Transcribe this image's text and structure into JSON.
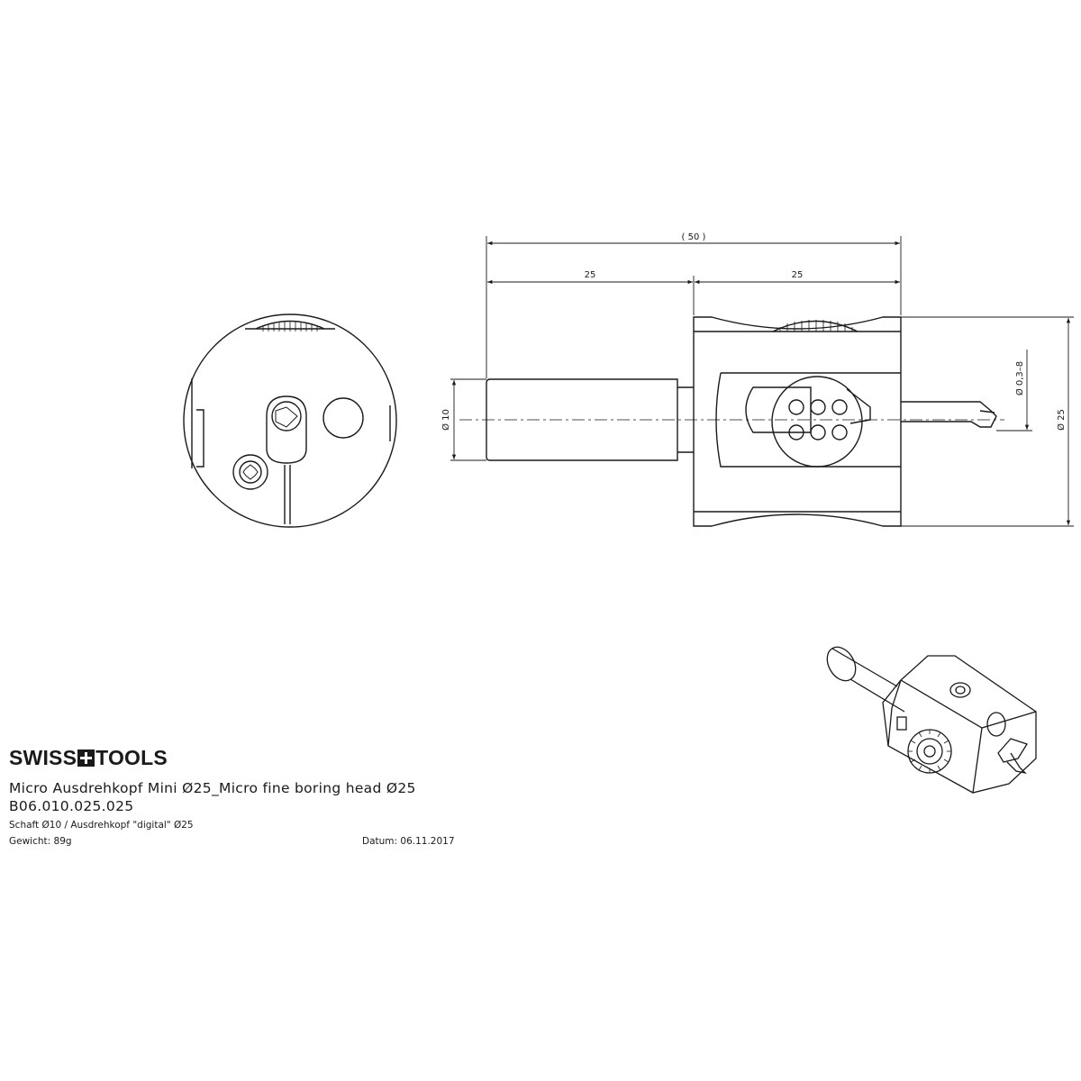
{
  "brand": {
    "left": "SWISS",
    "right": "TOOLS"
  },
  "product": {
    "title": "Micro Ausdrehkopf Mini Ø25_Micro fine boring head Ø25",
    "article_number": "B06.010.025.025",
    "spec": "Schaft Ø10 / Ausdrehkopf \"digital\" Ø25",
    "weight": "Gewicht: 89g",
    "date": "Datum: 06.11.2017"
  },
  "dimensions": {
    "overall_length": "( 50 )",
    "shank_length": "25",
    "head_length": "25",
    "shank_diameter": "Ø 10",
    "head_diameter": "Ø 25",
    "boring_range": "Ø 0,3–8"
  }
}
